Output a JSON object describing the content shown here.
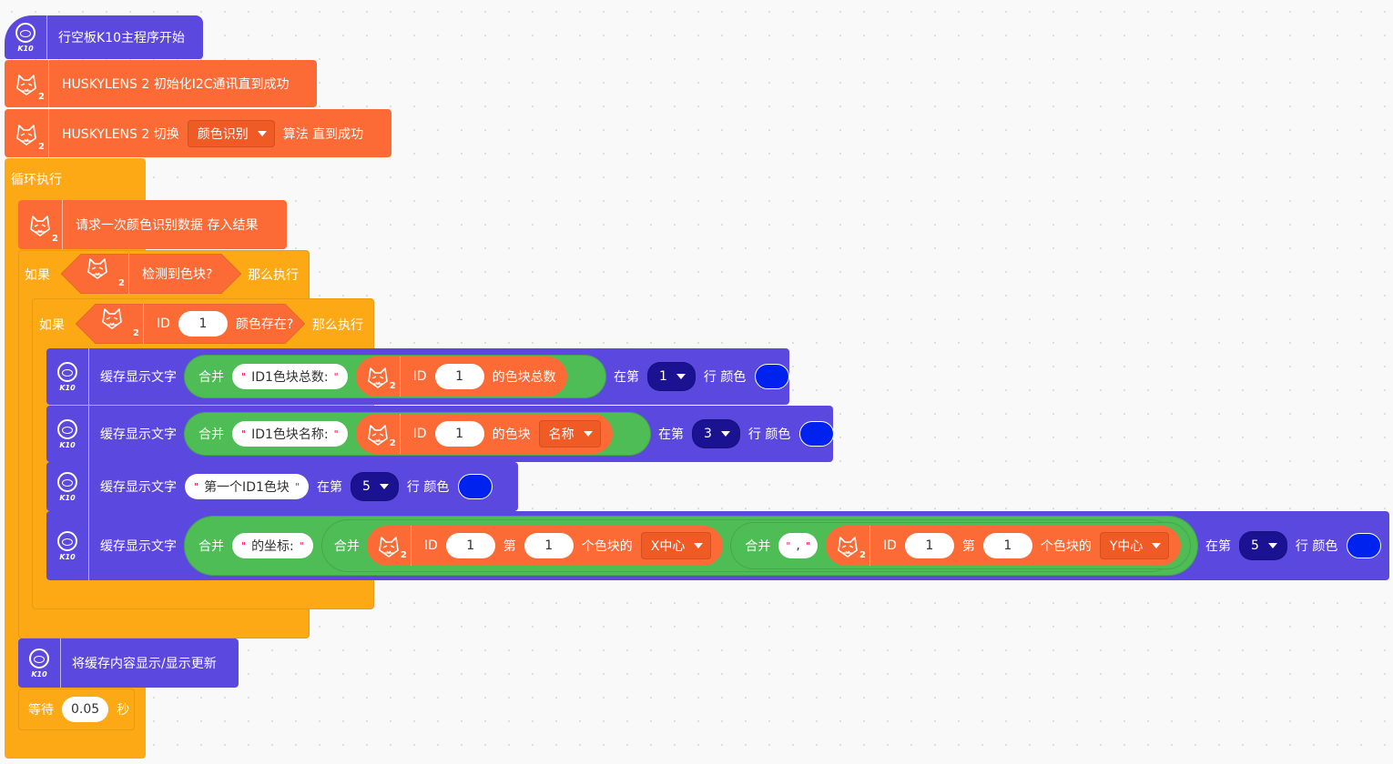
{
  "start": {
    "label": "行空板K10主程序开始",
    "badge": "K10"
  },
  "init": {
    "label": "HUSKYLENS 2 初始化I2C通讯直到成功",
    "badge": "2"
  },
  "switch": {
    "prefix": "HUSKYLENS 2 切换",
    "algorithm": "颜色识别",
    "suffix": "算法 直到成功"
  },
  "forever": {
    "label": "循环执行"
  },
  "request": {
    "label": "请求一次颜色识别数据 存入结果"
  },
  "if1": {
    "if": "如果",
    "cond": "检测到色块?",
    "then": "那么执行"
  },
  "if2": {
    "if": "如果",
    "id_label": "ID",
    "id": "1",
    "cond": "颜色存在?",
    "then": "那么执行"
  },
  "line1": {
    "label": "缓存显示文字",
    "join": "合并",
    "text": "ID1色块总数: ",
    "id_label": "ID",
    "id": "1",
    "what": "的色块总数",
    "at": "在第",
    "row": "1",
    "row_suffix": "行 颜色",
    "color": "#0022ee"
  },
  "line2": {
    "label": "缓存显示文字",
    "join": "合并",
    "text": "ID1色块名称: ",
    "id_label": "ID",
    "id": "1",
    "what": "的色块",
    "prop": "名称",
    "at": "在第",
    "row": "3",
    "row_suffix": "行 颜色",
    "color": "#0022ee"
  },
  "line3": {
    "label": "缓存显示文字",
    "text": "第一个ID1色块",
    "at": "在第",
    "row": "5",
    "row_suffix": "行 颜色",
    "color": "#0022ee"
  },
  "line4": {
    "label": "缓存显示文字",
    "join": "合并",
    "text": "的坐标: ",
    "join2": "合并",
    "id_label": "ID",
    "id_a": "1",
    "nth": "第",
    "nth_a": "1",
    "block_of": "个色块的",
    "prop_a": "X中心",
    "join3": "合并",
    "comma": ",",
    "id_b": "1",
    "nth_b": "1",
    "prop_b": "Y中心",
    "at": "在第",
    "row": "5",
    "row_suffix": "行 颜色",
    "color": "#0022ee"
  },
  "refresh": {
    "label": "将缓存内容显示/显示更新"
  },
  "wait": {
    "label": "等待",
    "value": "0.05",
    "unit": "秒"
  },
  "colors": {
    "k10_purple": "#5b49df",
    "husky_orange": "#fc6a35",
    "control_amber": "#fda916",
    "operator_green": "#4fbd56"
  }
}
